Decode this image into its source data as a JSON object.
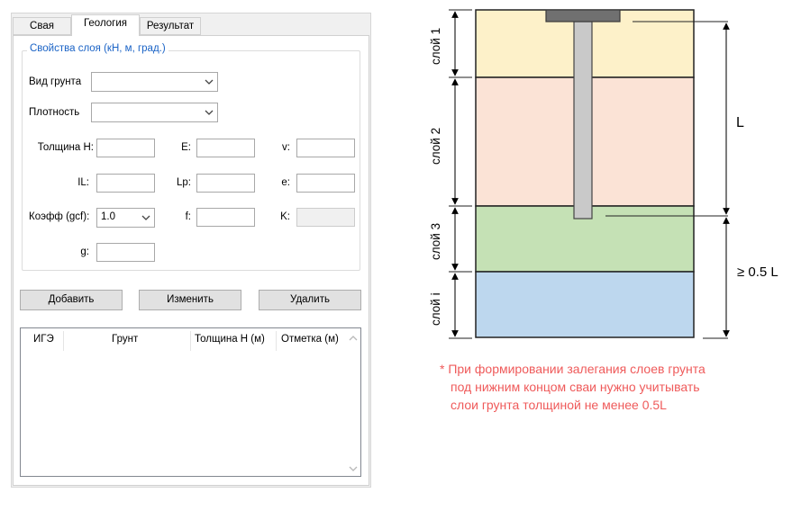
{
  "tabs": [
    {
      "label": "Свая",
      "active": false
    },
    {
      "label": "Геология",
      "active": true
    },
    {
      "label": "Результат",
      "active": false
    }
  ],
  "group": {
    "title": "Свойства слоя (кН, м, град.)"
  },
  "form": {
    "soil_type_label": "Вид грунта",
    "soil_type_value": "",
    "density_label": "Плотность",
    "density_value": "",
    "thickness_label": "Толщина H:",
    "e_mod_label": "E:",
    "nu_label": "v:",
    "il_label": "IL:",
    "lp_label": "Lp:",
    "e_label": "e:",
    "coef_label": "Коэфф (gcf):",
    "coef_value": "1.0",
    "f_label": "f:",
    "k_label": "K:",
    "g_label": "g:"
  },
  "buttons": {
    "add": "Добавить",
    "edit": "Изменить",
    "delete": "Удалить"
  },
  "table": {
    "columns": [
      "ИГЭ",
      "Грунт",
      "Толщина H (м)",
      "Отметка (м)"
    ],
    "rows": []
  },
  "diagram": {
    "layers": [
      {
        "label": "слой 1",
        "color": "#fdf1c9"
      },
      {
        "label": "слой 2",
        "color": "#fbe3d6"
      },
      {
        "label": "слой 3",
        "color": "#c5e1b5"
      },
      {
        "label": "слой i",
        "color": "#bdd7ee"
      }
    ],
    "dim_L": "L",
    "dim_min": "≥ 0.5 L",
    "note": [
      "* При формировании залегания слоев грунта",
      "под нижним концом сваи нужно учитывать",
      "слои грунта толщиной не менее 0.5L"
    ],
    "note_color": "#ef5a5a"
  }
}
